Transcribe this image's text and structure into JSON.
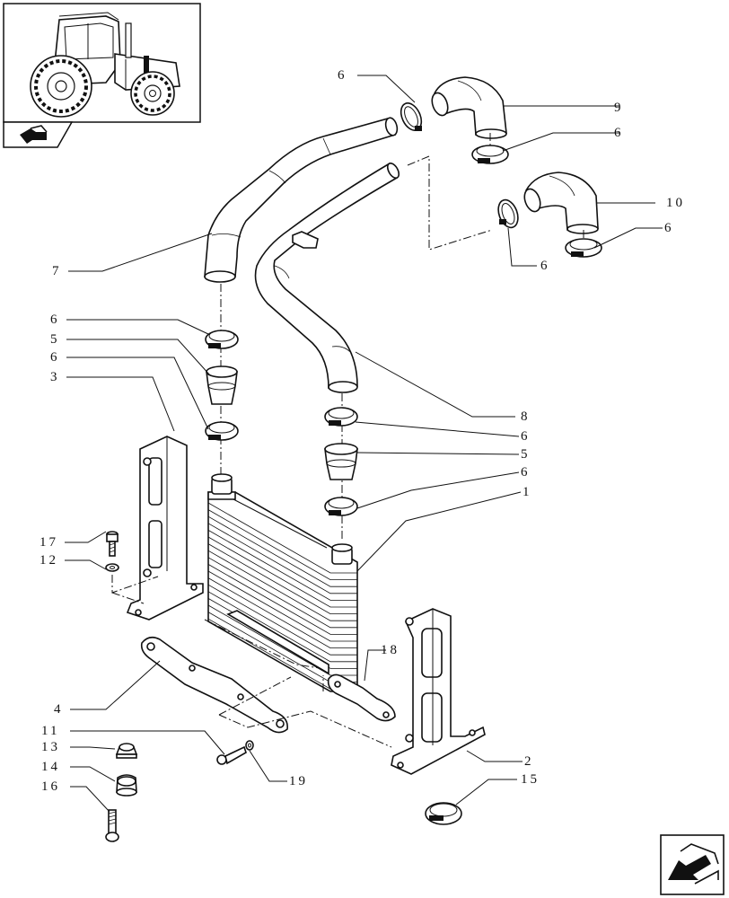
{
  "callouts": [
    {
      "id": "c-6a",
      "text": "6"
    },
    {
      "id": "c-9",
      "text": "9"
    },
    {
      "id": "c-6b",
      "text": "6"
    },
    {
      "id": "c-10",
      "text": "10"
    },
    {
      "id": "c-6c",
      "text": "6"
    },
    {
      "id": "c-6d",
      "text": "6"
    },
    {
      "id": "c-7",
      "text": "7"
    },
    {
      "id": "c-6e",
      "text": "6"
    },
    {
      "id": "c-5a",
      "text": "5"
    },
    {
      "id": "c-6f",
      "text": "6"
    },
    {
      "id": "c-3",
      "text": "3"
    },
    {
      "id": "c-8",
      "text": "8"
    },
    {
      "id": "c-6g",
      "text": "6"
    },
    {
      "id": "c-5b",
      "text": "5"
    },
    {
      "id": "c-6h",
      "text": "6"
    },
    {
      "id": "c-1",
      "text": "1"
    },
    {
      "id": "c-17",
      "text": "17"
    },
    {
      "id": "c-12",
      "text": "12"
    },
    {
      "id": "c-18",
      "text": "18"
    },
    {
      "id": "c-4",
      "text": "4"
    },
    {
      "id": "c-11",
      "text": "11"
    },
    {
      "id": "c-13",
      "text": "13"
    },
    {
      "id": "c-14",
      "text": "14"
    },
    {
      "id": "c-16",
      "text": "16"
    },
    {
      "id": "c-19",
      "text": "19"
    },
    {
      "id": "c-2",
      "text": "2"
    },
    {
      "id": "c-15",
      "text": "15"
    }
  ],
  "icons": {
    "thumbnail": "tractor-thumbnail-icon",
    "prev_page": "previous-page-arrow-icon",
    "next_page": "next-page-arrow-icon"
  }
}
